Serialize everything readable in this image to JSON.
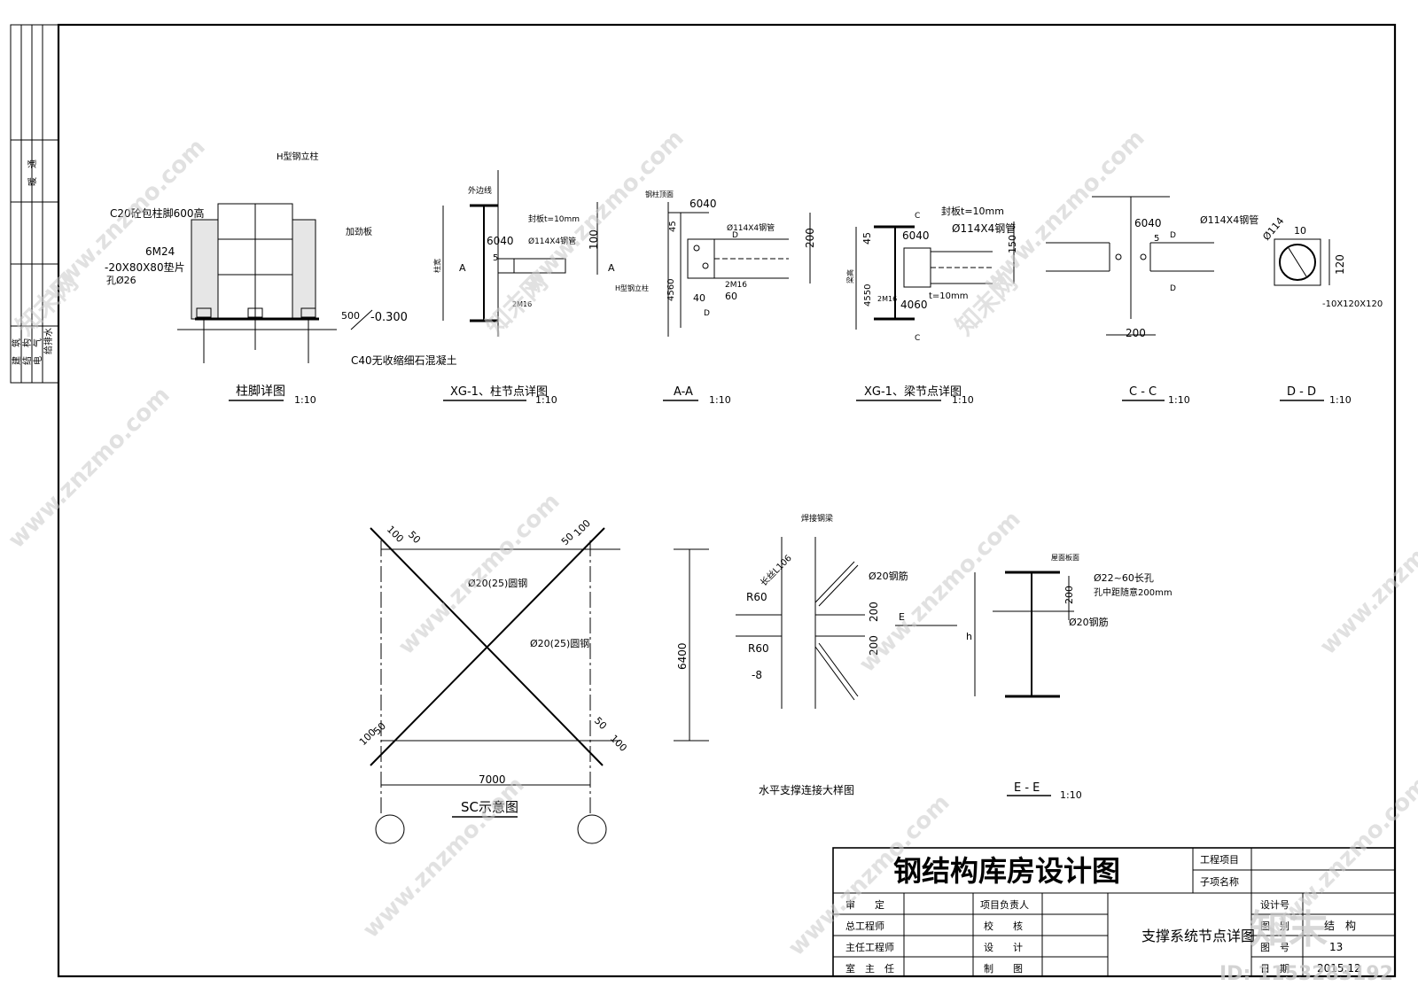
{
  "drawing_title": "钢结构库房设计图",
  "sheet_title": "支撑系统节点详图",
  "title_block": {
    "project_label": "工程项目",
    "subitem_label": "子项名称",
    "role_labels": [
      "审　　定",
      "总工程师",
      "主任工程师",
      "室　主　任"
    ],
    "role_labels_2": [
      "项目负责人",
      "校　　核",
      "设　　计",
      "制　　图"
    ],
    "right_labels": [
      "设计号",
      "图　别",
      "图　号",
      "日　期"
    ],
    "right_values": [
      "",
      "结　构",
      "13",
      "2015.12"
    ]
  },
  "margin_labels": [
    "建　筑",
    "结　构",
    "电　气",
    "给排水",
    "暖　通"
  ],
  "details": {
    "column_base": {
      "title": "柱脚详图",
      "scale": "1:10",
      "labels": [
        "H型钢立柱",
        "C20砼包柱脚600高",
        "6M24",
        "-20X80X80垫片",
        "孔Ø26",
        "加劲板",
        "500",
        "-0.300",
        "C40无收缩细石混凝土"
      ]
    },
    "xg1_column": {
      "title": "XG-1、柱节点详图",
      "scale": "1:10",
      "labels": [
        "外边线",
        "封板t=10mm",
        "6040",
        "Ø114X4钢管",
        "5",
        "2M16",
        "100",
        "A",
        "A",
        "柱宽"
      ]
    },
    "section_aa": {
      "title": "A-A",
      "scale": "1:10",
      "labels": [
        "钢柱顶面",
        "6040",
        "45",
        "Ø114X4钢管",
        "200",
        "4560",
        "40",
        "60",
        "2M16",
        "H型钢立柱",
        "D",
        "D"
      ]
    },
    "xg1_beam": {
      "title": "XG-1、梁节点详图",
      "scale": "1:10",
      "labels": [
        "封板t=10mm",
        "6040",
        "Ø114X4钢管",
        "45",
        "150",
        "4550",
        "2M16",
        "t=10mm",
        "4060",
        "C",
        "C",
        "梁高"
      ]
    },
    "section_cc": {
      "title": "C - C",
      "scale": "1:10",
      "labels": [
        "6040",
        "Ø114X4钢管",
        "5",
        "200",
        "D",
        "D"
      ]
    },
    "section_dd": {
      "title": "D - D",
      "scale": "1:10",
      "labels": [
        "Ø114",
        "10",
        "120",
        "-10X120X120"
      ]
    },
    "sc_diagram": {
      "title": "SC示意图",
      "labels": [
        "100",
        "50",
        "50",
        "100",
        "Ø20(25)圆钢",
        "Ø20(25)圆钢",
        "6400",
        "100",
        "50",
        "50",
        "100",
        "7000"
      ]
    },
    "horizontal_brace": {
      "title": "水平支撑连接大样图",
      "labels": [
        "焊接钢梁",
        "Ø20钢筋",
        "长丝L106",
        "R60",
        "R60",
        "200",
        "200",
        "E",
        "-8"
      ]
    },
    "section_ee": {
      "title": "E - E",
      "scale": "1:10",
      "labels": [
        "屋面板面",
        "Ø22~60长孔",
        "孔中距随意200mm",
        "200",
        "Ø20钢筋",
        "h"
      ]
    }
  },
  "watermarks": {
    "site": "www.znzmo.com",
    "brand": "知末网",
    "logo": "知末",
    "id_text": "ID: 1153283192"
  }
}
